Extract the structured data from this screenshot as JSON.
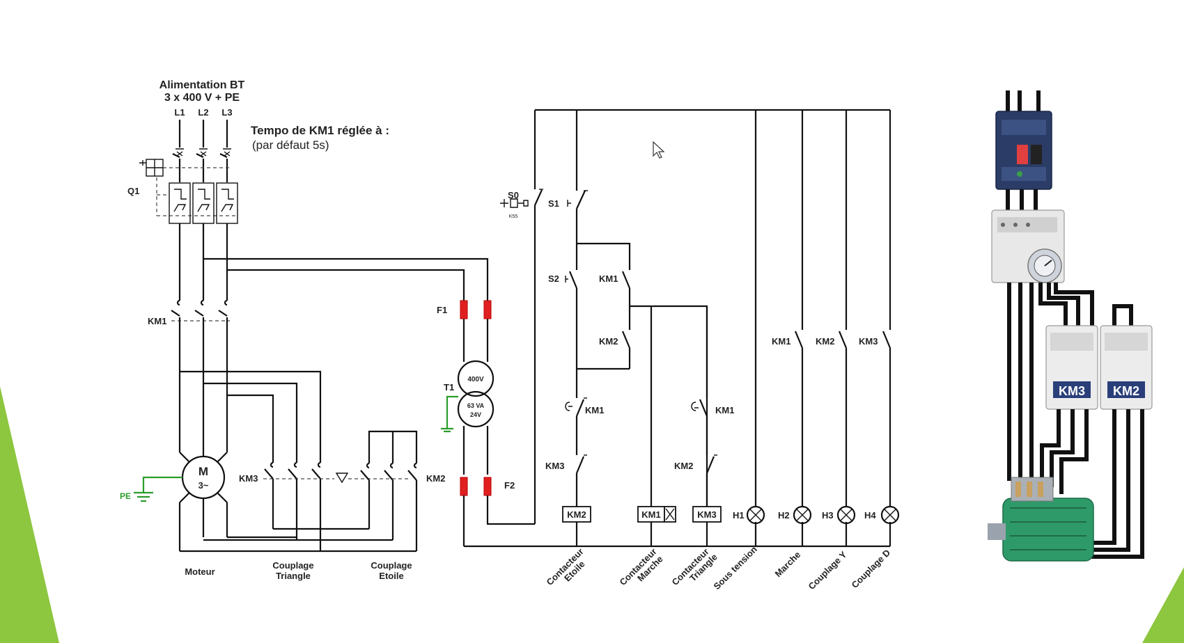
{
  "supply": {
    "title_line1": "Alimentation BT",
    "title_line2": "3 x 400 V + PE",
    "phases": [
      "L1",
      "L2",
      "L3"
    ]
  },
  "note": {
    "line1": "Tempo de KM1 réglée à :",
    "line2": "(par défaut 5s)"
  },
  "power": {
    "breaker": "Q1",
    "contactor_km1": "KM1",
    "contactor_km3": "KM3",
    "contactor_km2": "KM2",
    "motor_symbol": "M",
    "motor_sub": "3~",
    "earth": "PE",
    "label_motor": "Moteur",
    "label_triangle_1": "Couplage",
    "label_triangle_2": "Triangle",
    "label_star_1": "Couplage",
    "label_star_2": "Etoile"
  },
  "transformer": {
    "fuse1": "F1",
    "fuse2": "F2",
    "name": "T1",
    "primary": "400V",
    "secondary_1": "63 VA",
    "secondary_2": "24V"
  },
  "control": {
    "s0": "S0",
    "s0_sub": "K55",
    "s1": "S1",
    "s2": "S2",
    "km1_a": "KM1",
    "km2_a": "KM2",
    "km1_b": "KM1",
    "km3_a": "KM3",
    "km1_c": "KM1",
    "km2_b": "KM2",
    "coil1": "KM2",
    "coil2": "KM1",
    "coil3": "KM3",
    "lamp_h1": "H1",
    "lamp_h2": "H2",
    "lamp_h3": "H3",
    "lamp_h4": "H4",
    "sig_km1": "KM1",
    "sig_km2": "KM2",
    "sig_km3": "KM3",
    "cap_1a": "Contacteur",
    "cap_1b": "Etoile",
    "cap_2a": "Contacteur",
    "cap_2b": "Marche",
    "cap_3a": "Contacteur",
    "cap_3b": "Triangle",
    "cap_4": "Sous tension",
    "cap_5": "Marche",
    "cap_6": "Couplage Y",
    "cap_7": "Couplage D"
  },
  "photo": {
    "km3_label": "KM3",
    "km2_label": "KM2"
  },
  "colors": {
    "accent_green": "#8dc63f",
    "fuse_red": "#e02020",
    "earth_green": "#2a9d2a"
  }
}
